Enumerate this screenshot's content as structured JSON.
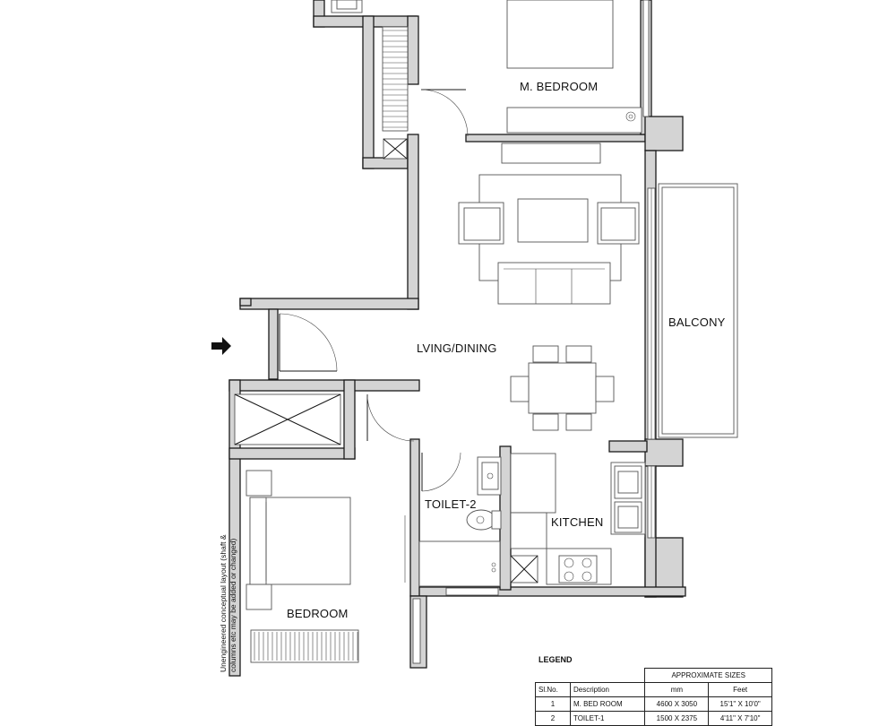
{
  "rooms": {
    "master_bedroom": "M. BEDROOM",
    "living_dining": "LVING/DINING",
    "balcony": "BALCONY",
    "toilet_2": "TOILET-2",
    "kitchen": "KITCHEN",
    "bedroom": "BEDROOM"
  },
  "disclaimer": {
    "line1": "Unengineered conceptual layout (shaft &",
    "line2": "columns etc may be added or changed)"
  },
  "legend": {
    "title": "LEGEND",
    "approx_header": "APPROXIMATE SIZES",
    "col_slno": "Sl.No.",
    "col_desc": "Description",
    "col_mm": "mm",
    "col_feet": "Feet",
    "rows": [
      {
        "no": "1",
        "desc": "M. BED ROOM",
        "mm": "4600 X 3050",
        "feet": "15'1\" X 10'0\""
      },
      {
        "no": "2",
        "desc": "TOILET-1",
        "mm": "1500 X 2375",
        "feet": "4'11\" X 7'10\""
      }
    ]
  },
  "icons": [
    "entry-arrow-icon",
    "shaft-cross-icon",
    "door-swing-icon",
    "wc-icon",
    "washbasin-icon",
    "sink-icon",
    "hob-icon"
  ]
}
